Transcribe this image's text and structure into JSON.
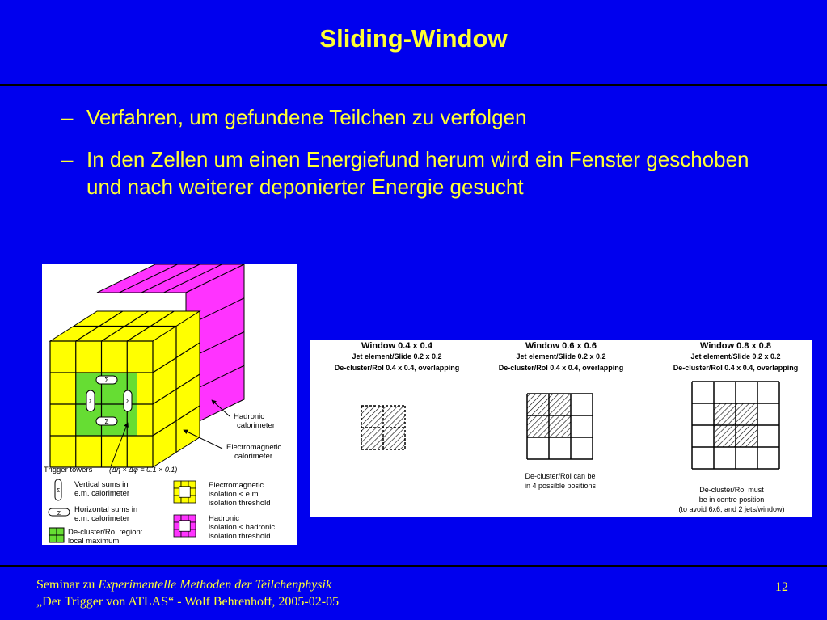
{
  "slide": {
    "title": "Sliding-Window",
    "bullets": [
      {
        "marker": "–",
        "text": "Verfahren, um gefundene Teilchen zu verfolgen"
      },
      {
        "marker": "–",
        "text": "In den Zellen um einen Energiefund herum wird ein Fenster geschoben und nach weiterer deponierter Energie gesucht"
      }
    ],
    "page_number": "12"
  },
  "footer": {
    "line1_prefix": "Seminar zu ",
    "line1_italic": "Experimentelle Methoden der Teilchenphysik",
    "line2": "„Der Trigger von ATLAS“ - Wolf Behrenhoff, 2005-02-05"
  },
  "calorimeter_figure": {
    "hadronic_label": [
      "Hadronic",
      "calorimeter"
    ],
    "em_label": [
      "Electromagnetic",
      "calorimeter"
    ],
    "trigger_towers_label": "Trigger towers",
    "trigger_towers_formula": "(Δη × Δφ = 0.1 × 0.1)",
    "sigma": "Σ",
    "legend": {
      "vertical_sums": [
        "Vertical sums in",
        "e.m. calorimeter"
      ],
      "horizontal_sums": [
        "Horizontal sums in",
        "e.m. calorimeter"
      ],
      "decluster_region": [
        "De-cluster/RoI region:",
        "local maximum"
      ],
      "em_isolation": [
        "Electromagnetic",
        "isolation < e.m.",
        "isolation threshold"
      ],
      "had_isolation": [
        "Hadronic",
        "isolation < hadronic",
        "isolation threshold"
      ]
    },
    "colors": {
      "em": "#ffff00",
      "hadronic": "#ff33ff",
      "roi": "#66dd33"
    }
  },
  "windows_figure": {
    "windows": [
      {
        "title": "Window 0.4 x 0.4",
        "sub1": "Jet element/Slide 0.2 x 0.2",
        "sub2": "De-cluster/RoI 0.4 x 0.4, overlapping",
        "grid": 2,
        "caption": []
      },
      {
        "title": "Window 0.6 x 0.6",
        "sub1": "Jet element/Slide 0.2 x 0.2",
        "sub2": "De-cluster/RoI 0.4 x 0.4, overlapping",
        "grid": 3,
        "caption": [
          "De-cluster/RoI can be",
          "in 4 possible positions"
        ]
      },
      {
        "title": "Window 0.8 x 0.8",
        "sub1": "Jet element/Slide 0.2 x 0.2",
        "sub2": "De-cluster/RoI 0.4 x 0.4, overlapping",
        "grid": 4,
        "caption": [
          "De-cluster/RoI must",
          "be in centre position",
          "(to avoid 6x6, and 2 jets/window)"
        ]
      }
    ]
  }
}
